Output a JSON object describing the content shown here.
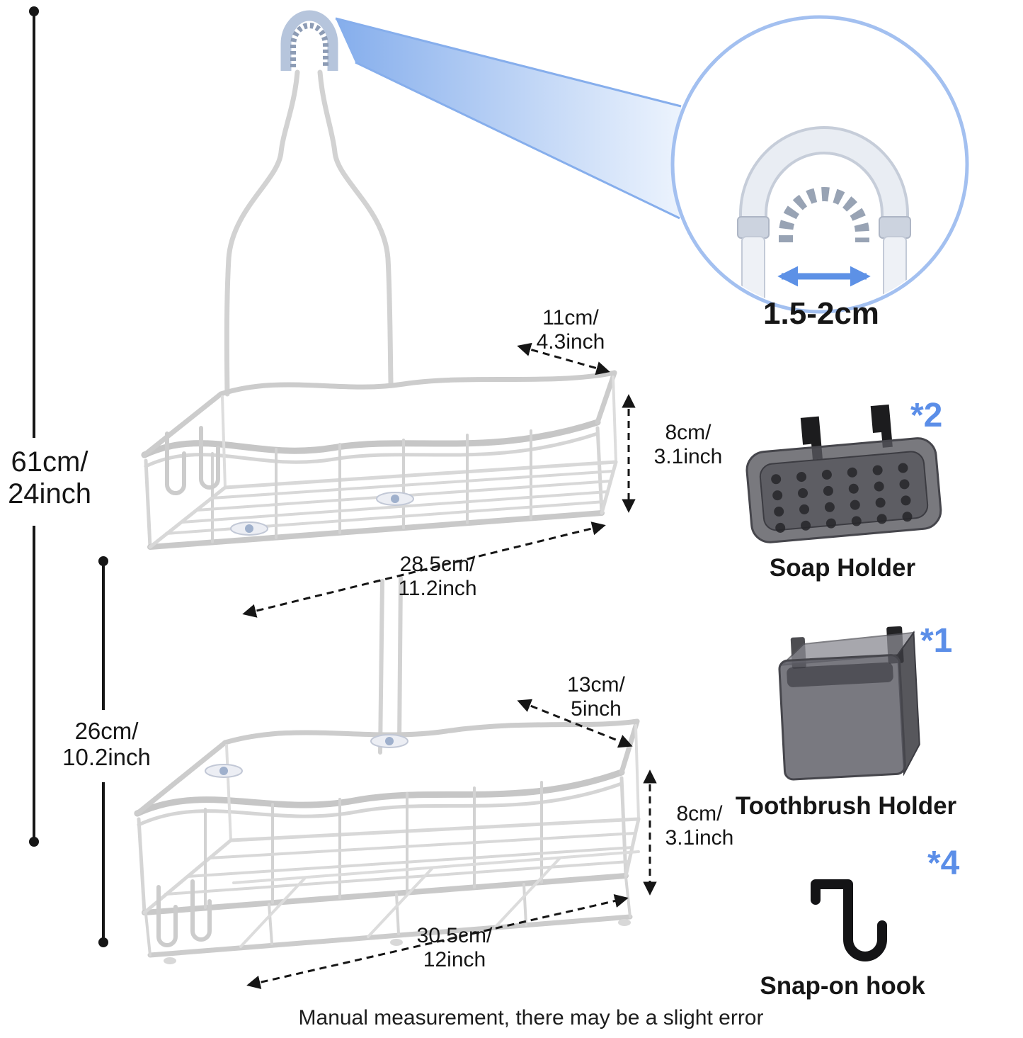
{
  "colors": {
    "accent_blue": "#5b8ee8",
    "circle_blue": "#a3c0f0",
    "wire_grey": "#c9c9c9",
    "text": "#161616"
  },
  "measurements": {
    "total_height": "61cm/\n24inch",
    "between_baskets": "26cm/\n10.2inch",
    "top_basket_depth": "11cm/\n4.3inch",
    "top_basket_height": "8cm/\n3.1inch",
    "top_basket_width": "28.5cm/\n11.2inch",
    "bottom_basket_depth": "13cm/\n5inch",
    "bottom_basket_height": "8cm/\n3.1inch",
    "bottom_basket_width": "30.5cm/\n12inch",
    "hook_opening": "1.5-2cm"
  },
  "accessories": {
    "soap_holder": {
      "label": "Soap Holder",
      "qty": "*2"
    },
    "toothbrush_holder": {
      "label": "Toothbrush Holder",
      "qty": "*1"
    },
    "snap_on_hook": {
      "label": "Snap-on hook",
      "qty": "*4"
    }
  },
  "footnote": "Manual measurement, there may be a slight error"
}
